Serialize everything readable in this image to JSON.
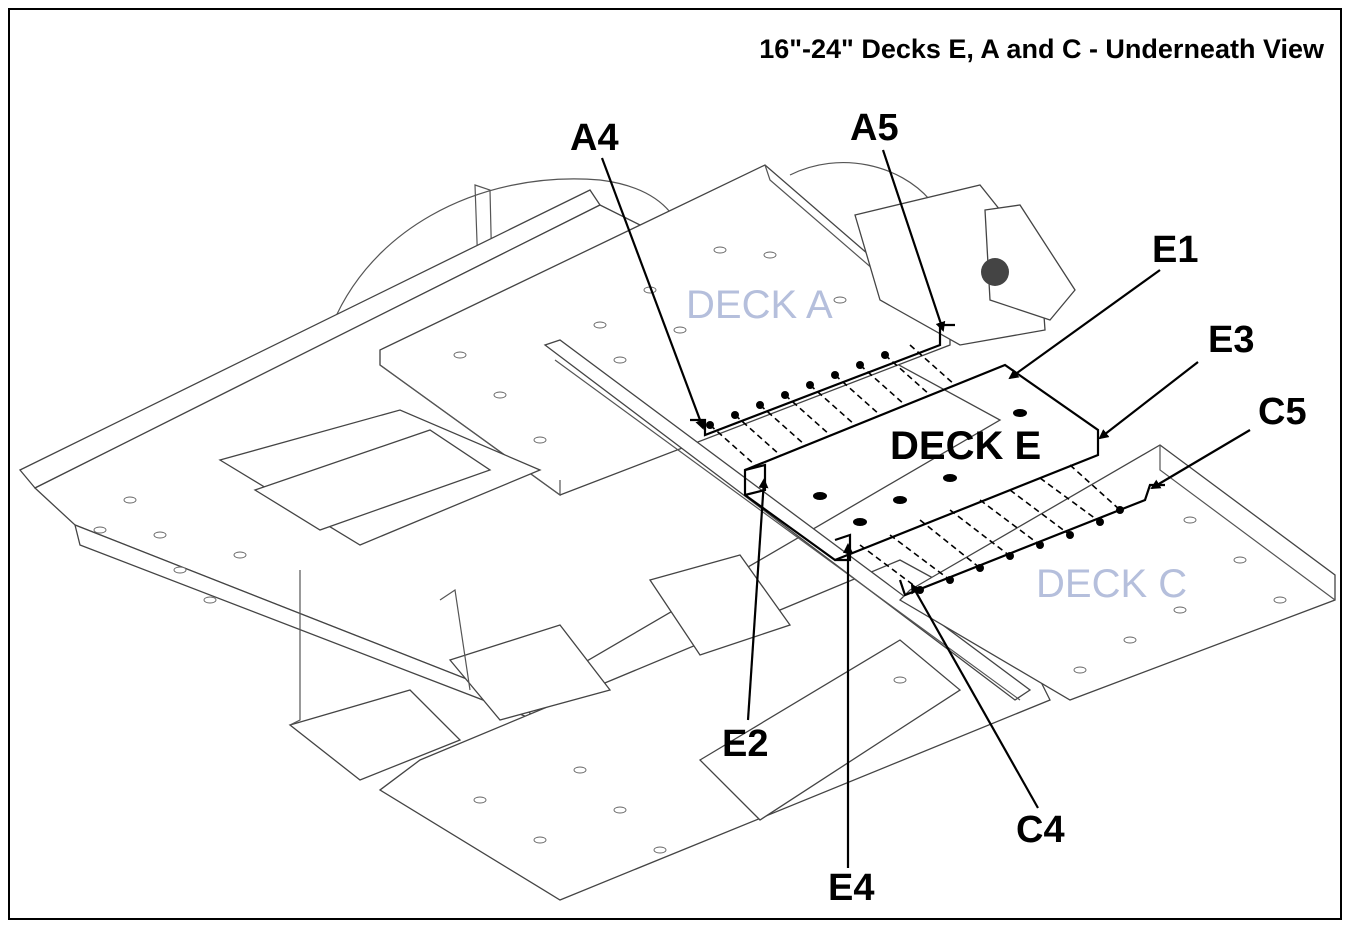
{
  "title": "16\"-24\" Decks E, A and C - Underneath View",
  "deck_labels": {
    "deck_a": "DECK A",
    "deck_c": "DECK C",
    "deck_e": "DECK E"
  },
  "callouts": {
    "a4": "A4",
    "a5": "A5",
    "e1": "E1",
    "e2": "E2",
    "e3": "E3",
    "e4": "E4",
    "c4": "C4",
    "c5": "C5"
  },
  "colors": {
    "line": "#000000",
    "faint_label": "#b5bfdc",
    "background": "#ffffff"
  }
}
